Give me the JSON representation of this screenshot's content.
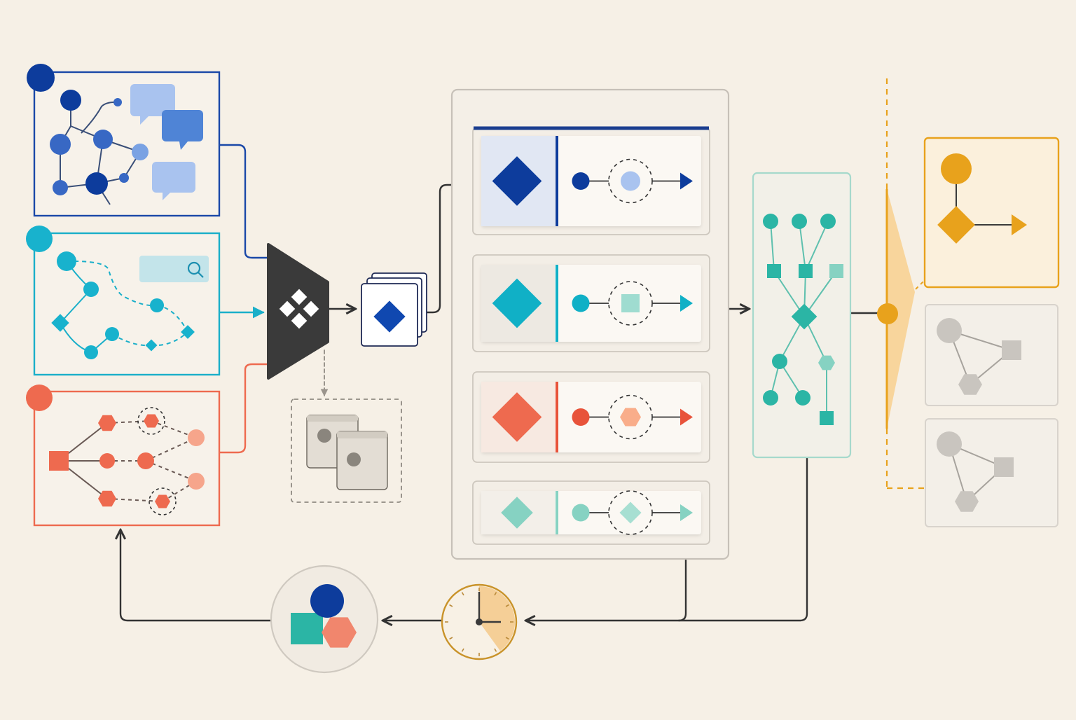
{
  "colors": {
    "background": "#f6f0e6",
    "navy": "#0d3c9c",
    "blue": "#4f84d6",
    "light_blue": "#a9c3ef",
    "cyan": "#1aafc9",
    "coral": "#ee6a4f",
    "coral_light": "#f6a58b",
    "teal": "#2bb5a5",
    "mint": "#86d2c2",
    "amber": "#e8a21c",
    "amber_light": "#f8d59c",
    "gray": "#c9c5bf",
    "dark": "#3a3a3a",
    "panel_border": "#c6c0b8"
  },
  "icons": [
    "graph-icon",
    "chat-bubble-icon",
    "search-icon",
    "funnel-router-icon",
    "diamond-icon",
    "stacked-cards-icon",
    "clock-icon",
    "shapes-icon",
    "hexagon-icon"
  ],
  "diagram": {
    "source_panels": [
      {
        "name": "source-panel-graph",
        "color": "#1a48a8",
        "dot": "#0d3c9c"
      },
      {
        "name": "source-panel-path",
        "color": "#1aafc9",
        "dot": "#18b2cd"
      },
      {
        "name": "source-panel-tree",
        "color": "#ee6a4f",
        "dot": "#ee6a4f"
      }
    ],
    "process_rows": [
      {
        "name": "process-row-blue",
        "diamond": "#0d3c9c",
        "accent": "#0d3c9c",
        "inner": "#a9c3ef",
        "inner_shape": "circle",
        "tint": "#e1e7f3"
      },
      {
        "name": "process-row-cyan",
        "diamond": "#10b0c6",
        "accent": "#10b0c6",
        "inner": "#9fdcd0",
        "inner_shape": "square",
        "tint": "#ede9e2"
      },
      {
        "name": "process-row-coral",
        "diamond": "#ee6a4f",
        "accent": "#e8533a",
        "inner": "#f9ad8a",
        "inner_shape": "hexagon",
        "tint": "#f7e9e1"
      },
      {
        "name": "process-row-mint",
        "diamond": "#86d2c2",
        "accent": "#86d2c2",
        "inner": "#a7dfd2",
        "inner_shape": "diamond",
        "tint": "#f3efe9"
      }
    ],
    "output_panels": [
      {
        "name": "output-panel-active",
        "color": "#e8a21c",
        "state": "active"
      },
      {
        "name": "output-panel-dim-1",
        "color": "#c9c5bf",
        "state": "dim"
      },
      {
        "name": "output-panel-dim-2",
        "color": "#c9c5bf",
        "state": "dim"
      }
    ],
    "clock_progress": 0.4
  }
}
